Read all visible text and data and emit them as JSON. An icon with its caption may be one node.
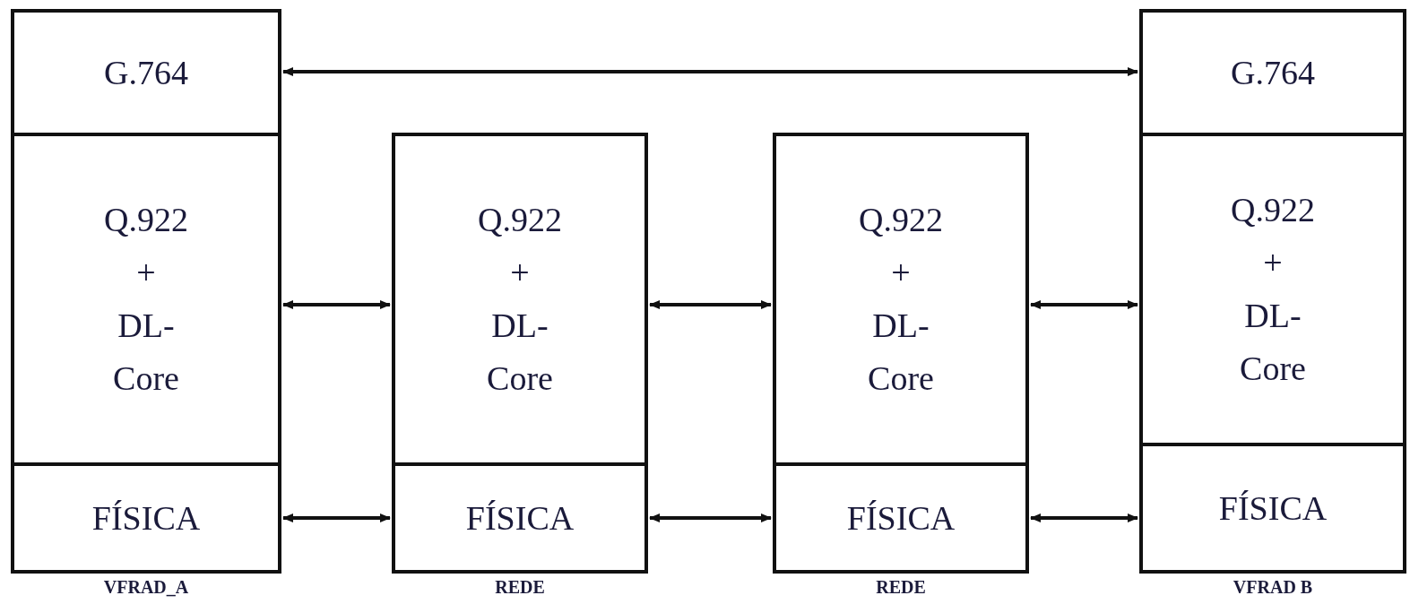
{
  "diagram": {
    "nodes": [
      {
        "text": [
          "G.764"
        ]
      },
      {
        "text": [
          "Q.922 + DL-Core"
        ]
      },
      {
        "text": [
          "FÍSICA"
        ]
      },
      {
        "text": [
          "Q.922 + DL-Core"
        ]
      },
      {
        "text": [
          "FÍSICA"
        ]
      },
      {
        "text": [
          "Q.922 + DL-Core"
        ]
      },
      {
        "text": [
          "FÍSICA"
        ]
      },
      {
        "text": [
          "G.764"
        ]
      },
      {
        "text": [
          "Q.922 + DL-Core"
        ]
      },
      {
        "text": [
          "FÍSICA"
        ]
      }
    ],
    "edges": [
      {
        "from": 0,
        "to": 7,
        "arrow": "both"
      },
      {
        "from": 1,
        "to": 3,
        "arrow": "both"
      },
      {
        "from": 3,
        "to": 5,
        "arrow": "both"
      },
      {
        "from": 5,
        "to": 8,
        "arrow": "both"
      },
      {
        "from": 2,
        "to": 4,
        "arrow": "both"
      },
      {
        "from": 4,
        "to": 6,
        "arrow": "both"
      },
      {
        "from": 6,
        "to": 9,
        "arrow": "both"
      }
    ],
    "labels": [
      "VFRAD_A",
      "REDE",
      "REDE",
      "VFRAD B"
    ]
  }
}
